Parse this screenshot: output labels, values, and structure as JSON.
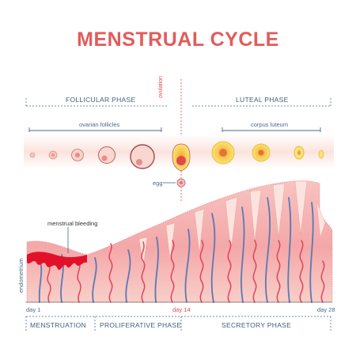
{
  "title": "MENSTRUAL CYCLE",
  "phases_top": {
    "follicular": "FOLLICULAR PHASE",
    "ovulation": "ovulation",
    "luteal": "LUTEAL PHASE"
  },
  "labels": {
    "ovarian_follicles": "ovarian follicles",
    "corpus_luteum": "corpus luteum",
    "egg": "egg",
    "menstrual_bleeding": "menstrual bleeding",
    "endometrium": "endometrium",
    "day1": "day 1",
    "day14": "day 14",
    "day28": "day 28"
  },
  "phases_bottom": {
    "menstruation": "MENSTRUATION",
    "proliferative": "PROLIFERATIVE PHASE",
    "secretory": "SECRETORY PHASE"
  },
  "colors": {
    "title": "#e25b5b",
    "tissue": "#f2a3a3",
    "tissue_light": "#fbe1dc",
    "vessel_blue": "#5a79b5",
    "vessel_red": "#e0445a",
    "blood": "#e3102a",
    "follicle_yellow": "#f7d84a",
    "phase_text": "#3f5f80"
  }
}
